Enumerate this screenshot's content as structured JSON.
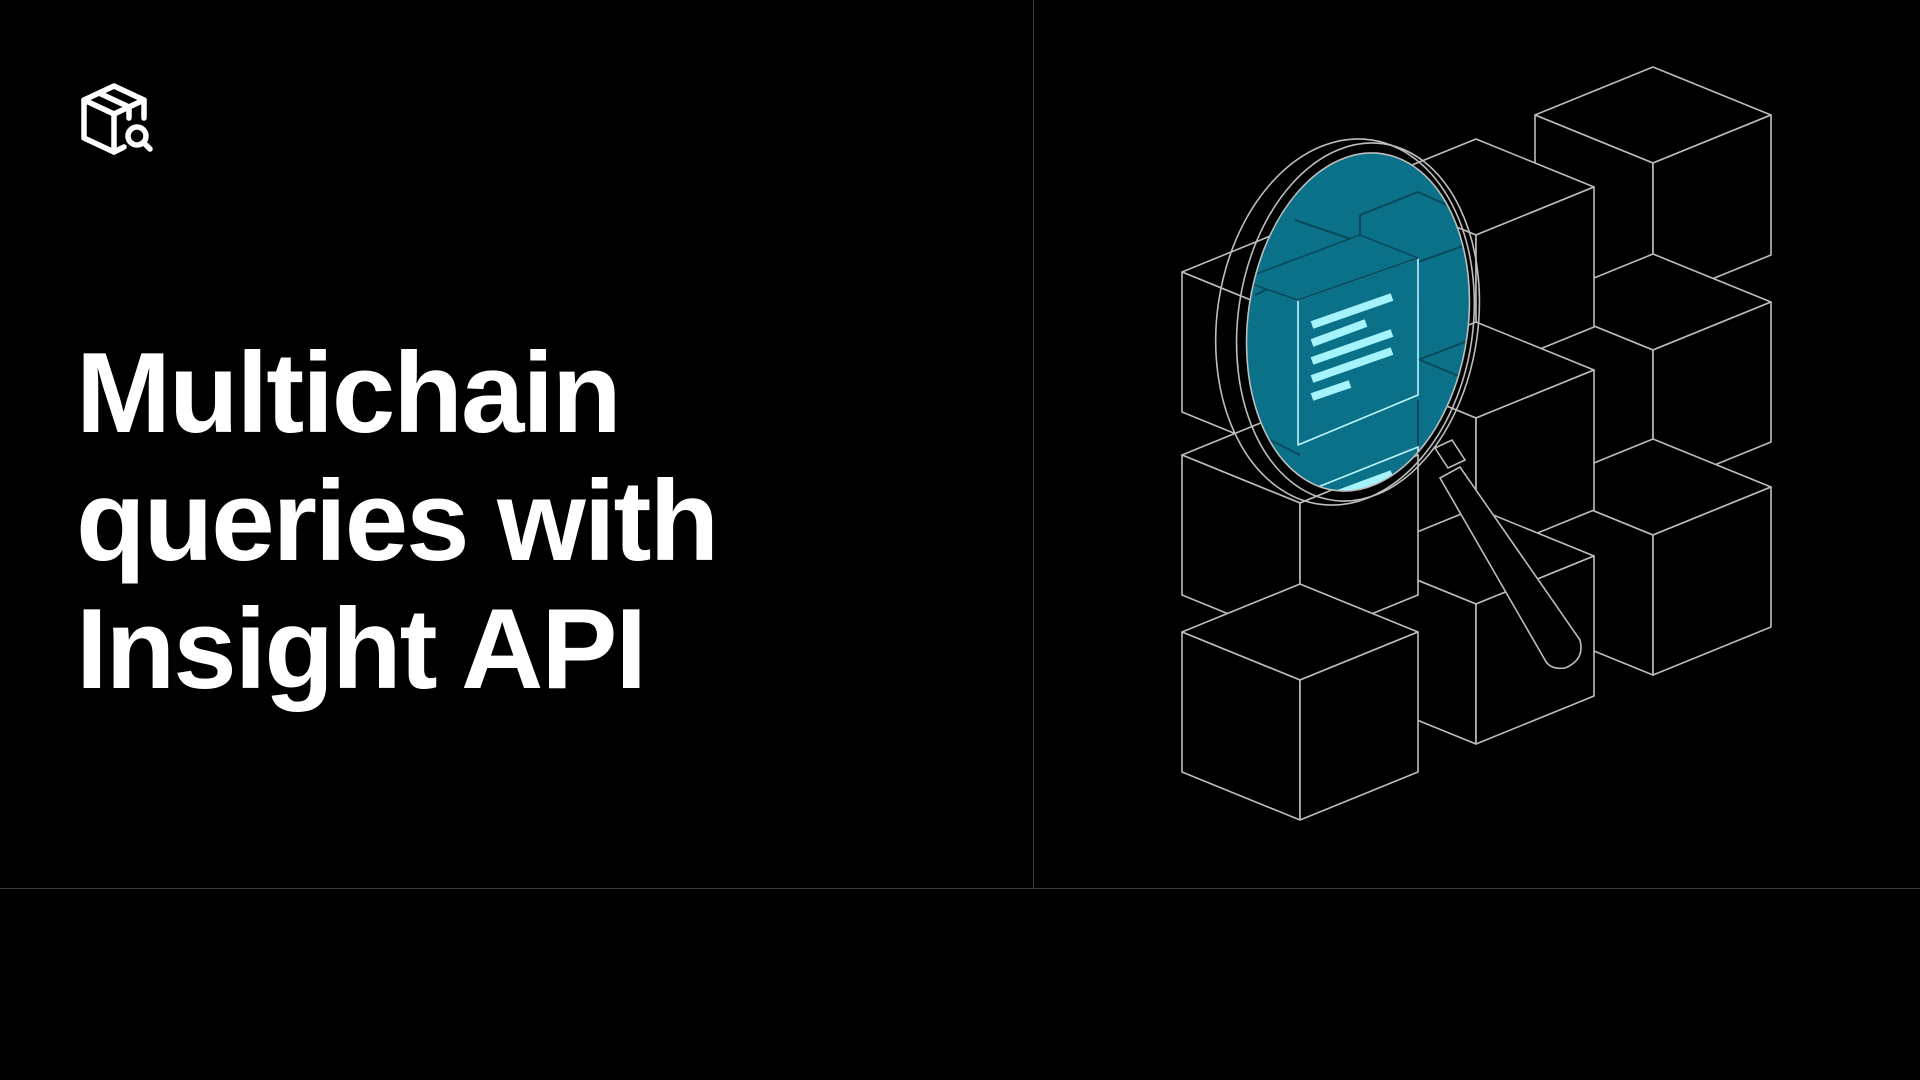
{
  "headline": {
    "line1": "Multichain",
    "line2": "queries with",
    "line3": "Insight API"
  },
  "logo": {
    "icon": "box-search-icon"
  },
  "illustration": {
    "icon": "magnifier-over-cubes-icon",
    "accent_color": "#0e7490",
    "highlight_color": "#a5f3fc"
  },
  "colors": {
    "background": "#000000",
    "text": "#ffffff",
    "line": "#bdbdbd",
    "divider": "#3a3a3a"
  }
}
